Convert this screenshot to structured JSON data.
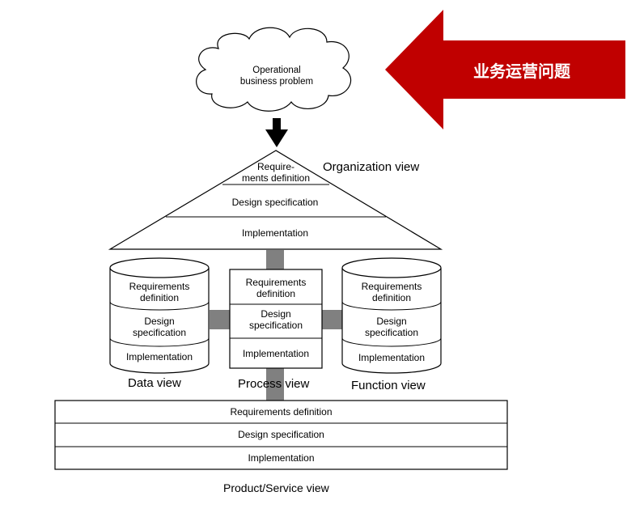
{
  "banner": {
    "text": "业务运营问题",
    "color": "#c00000"
  },
  "cloud": {
    "text": "Operational\nbusiness problem"
  },
  "organization": {
    "label": "Organization view",
    "layers": [
      "Require-\nments definition",
      "Design specification",
      "Implementation"
    ]
  },
  "data_view": {
    "label": "Data view",
    "layers": [
      "Requirements\ndefinition",
      "Design\nspecification",
      "Implementation"
    ]
  },
  "process_view": {
    "label": "Process view",
    "layers": [
      "Requirements\ndefinition",
      "Design\nspecification",
      "Implementation"
    ]
  },
  "function_view": {
    "label": "Function view",
    "layers": [
      "Requirements\ndefinition",
      "Design\nspecification",
      "Implementation"
    ]
  },
  "product_view": {
    "label": "Product/Service view",
    "layers": [
      "Requirements definition",
      "Design specification",
      "Implementation"
    ]
  },
  "connector_color": "#808080"
}
